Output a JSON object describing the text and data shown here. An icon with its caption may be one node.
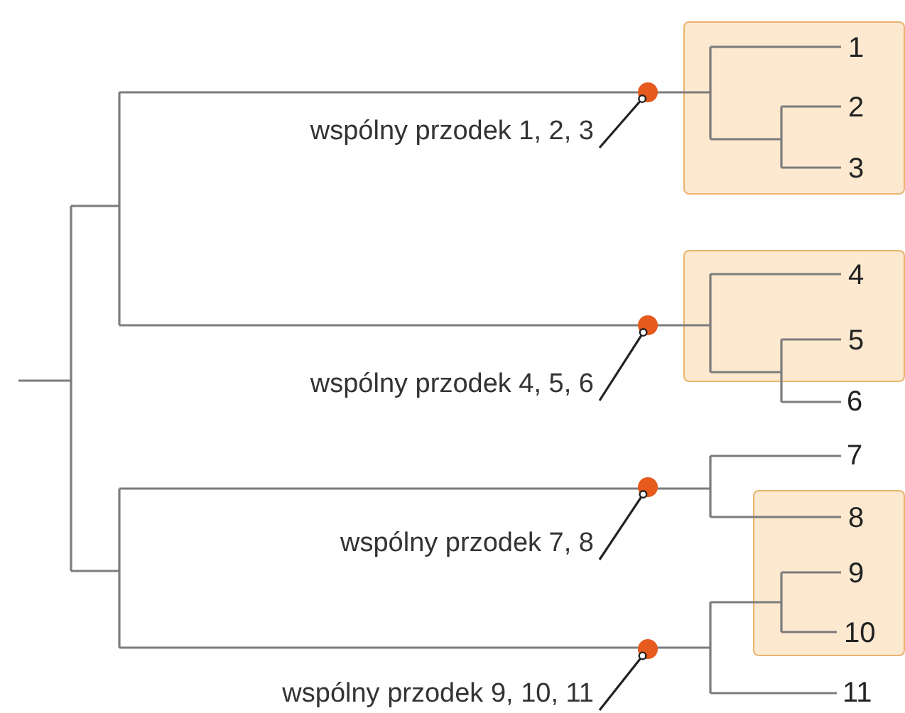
{
  "diagram": {
    "nodes": [
      {
        "text": [],
        "shape": "box"
      },
      {
        "text": [
          "1"
        ],
        "in": 0
      },
      {
        "text": [
          "2"
        ],
        "in": 0
      },
      {
        "text": [
          "3"
        ],
        "in": 0
      },
      {
        "text": [],
        "shape": "box"
      },
      {
        "text": [
          "4"
        ],
        "in": 4
      },
      {
        "text": [
          "5"
        ],
        "in": 4
      },
      {
        "text": [
          "6"
        ]
      },
      {
        "text": [
          "7"
        ]
      },
      {
        "text": [],
        "shape": "box"
      },
      {
        "text": [
          "8"
        ],
        "in": 9
      },
      {
        "text": [
          "9"
        ],
        "in": 9
      },
      {
        "text": [
          "10"
        ],
        "in": 9
      },
      {
        "text": [
          "11"
        ]
      },
      {
        "text": [
          "wspólny przodek 1, 2, 3"
        ]
      },
      {
        "text": [
          "wspólny przodek 4, 5, 6"
        ]
      },
      {
        "text": [
          "wspólny przodek 7, 8"
        ]
      },
      {
        "text": [
          "wspólny przodek 9, 10, 11"
        ]
      },
      {
        "text": [],
        "shape": "circle"
      },
      {
        "text": [],
        "shape": "circle"
      },
      {
        "text": [],
        "shape": "circle"
      },
      {
        "text": [],
        "shape": "circle"
      }
    ],
    "edges": [
      {
        "from": 14,
        "to": 18,
        "arrow": "other"
      },
      {
        "from": 15,
        "to": 19,
        "arrow": "other"
      },
      {
        "from": 16,
        "to": 20,
        "arrow": "other"
      },
      {
        "from": 17,
        "to": 21,
        "arrow": "other"
      }
    ]
  }
}
